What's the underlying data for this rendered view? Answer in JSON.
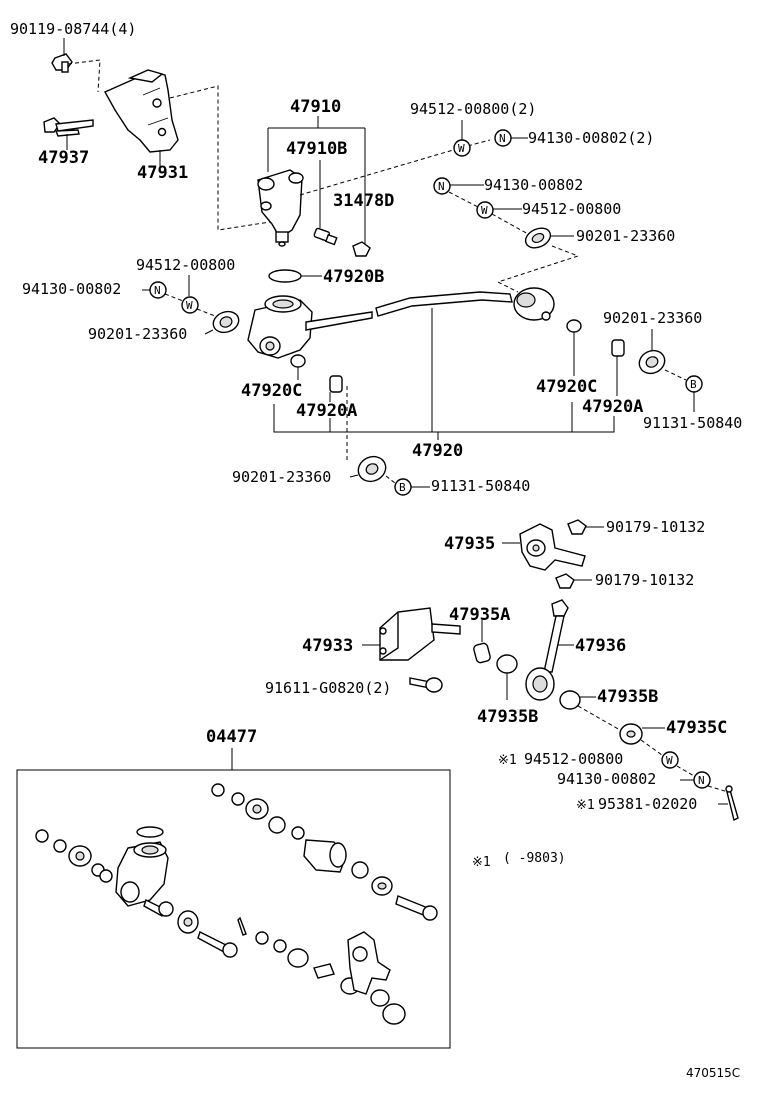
{
  "labels": {
    "p90119": "90119-08744(4)",
    "p47937": "47937",
    "p47931": "47931",
    "p47910": "47910",
    "p47910b": "47910B",
    "p31478d": "31478D",
    "p47920b": "47920B",
    "p94512_2": "94512-00800(2)",
    "p94130_2": "94130-00802(2)",
    "p94130_r": "94130-00802",
    "p94512_r": "94512-00800",
    "p90201_r": "90201-23360",
    "p94512_l": "94512-00800",
    "p94130_l": "94130-00802",
    "p90201_l": "90201-23360",
    "p90201_rr": "90201-23360",
    "p47920c_l": "47920C",
    "p47920a_l": "47920A",
    "p47920c_r": "47920C",
    "p47920a_r": "47920A",
    "p91131_r": "91131-50840",
    "p47920": "47920",
    "p90201_b": "90201-23360",
    "p91131_b": "91131-50840",
    "p47935": "47935",
    "p90179_a": "90179-10132",
    "p90179_b": "90179-10132",
    "p47935a": "47935A",
    "p47933": "47933",
    "p47936": "47936",
    "p91611": "91611-G0820(2)",
    "p47935b_l": "47935B",
    "p47935b_r": "47935B",
    "p47935c": "47935C",
    "p94512_s": "94512-00800",
    "p94130_s": "94130-00802",
    "p95381": "95381-02020",
    "p04477": "04477",
    "note_mark": "※1",
    "note_text": "(    -9803)",
    "star_1": "※1",
    "star_2": "※1",
    "fig_code": "470515C"
  },
  "markers": {
    "W": "W",
    "N": "N",
    "B": "B"
  }
}
